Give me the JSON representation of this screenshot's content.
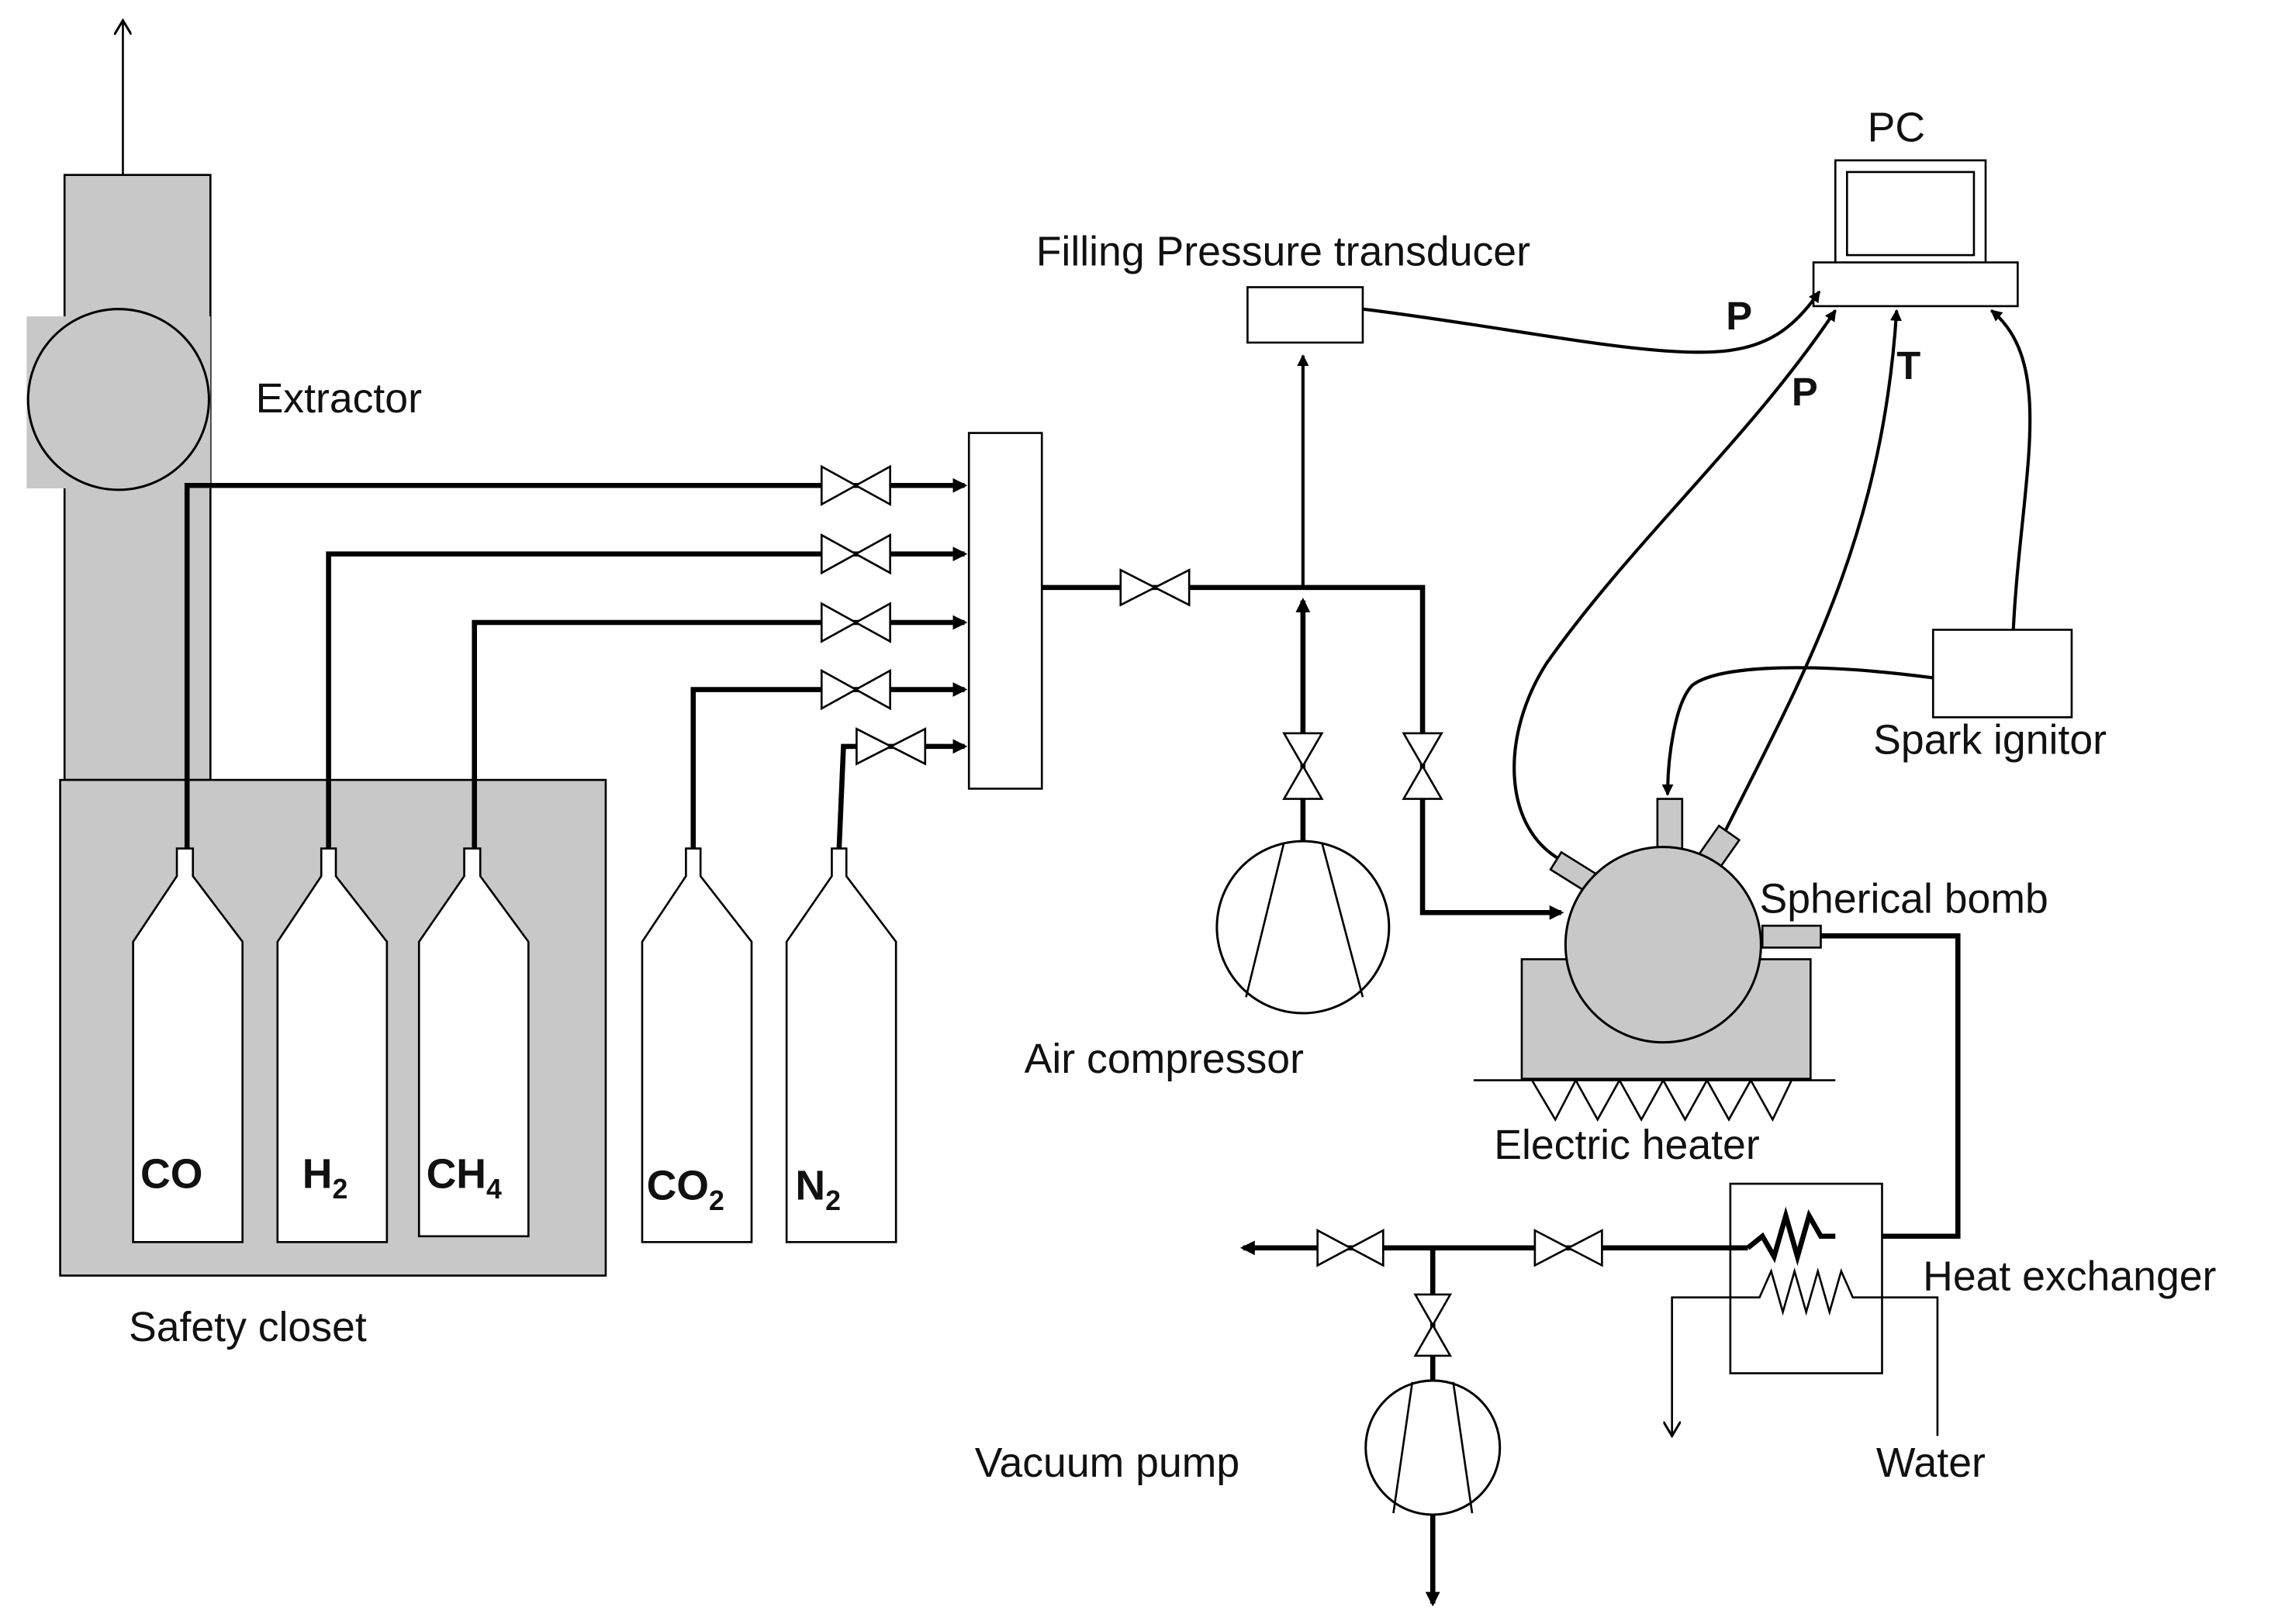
{
  "labels": {
    "extractor": "Extractor",
    "safety_closet": "Safety closet",
    "filling_pressure_transducer": "Filling Pressure transducer",
    "pc": "PC",
    "spark_ignitor": "Spark ignitor",
    "spherical_bomb": "Spherical bomb",
    "air_compressor": "Air compressor",
    "electric_heater": "Electric heater",
    "heat_exchanger": "Heat exchanger",
    "vacuum_pump": "Vacuum pump",
    "water": "Water"
  },
  "gases": [
    {
      "main": "CO",
      "sub": ""
    },
    {
      "main": "H",
      "sub": "2"
    },
    {
      "main": "CH",
      "sub": "4"
    },
    {
      "main": "CO",
      "sub": "2"
    },
    {
      "main": "N",
      "sub": "2"
    }
  ],
  "signals": {
    "p_transducer": "P",
    "p_bomb": "P",
    "t_bomb": "T"
  }
}
